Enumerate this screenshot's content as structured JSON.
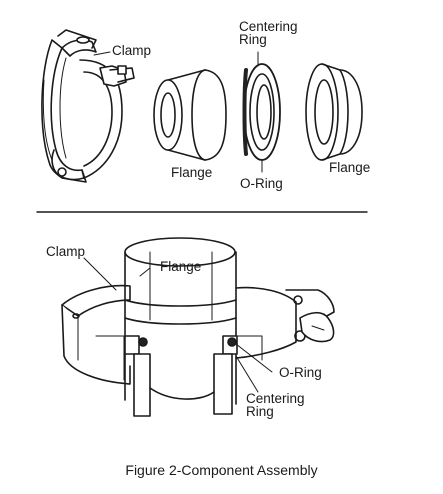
{
  "labels": {
    "clamp_top": "Clamp",
    "centering_ring_top_line1": "Centering",
    "centering_ring_top_line2": "Ring",
    "flange_left": "Flange",
    "oring_top": "O-Ring",
    "flange_right": "Flange",
    "clamp_bottom": "Clamp",
    "flange_bottom": "Flange",
    "oring_bottom": "O-Ring",
    "centering_ring_bottom_line1": "Centering",
    "centering_ring_bottom_line2": "Ring"
  },
  "caption": "Figure 2-Component Assembly"
}
